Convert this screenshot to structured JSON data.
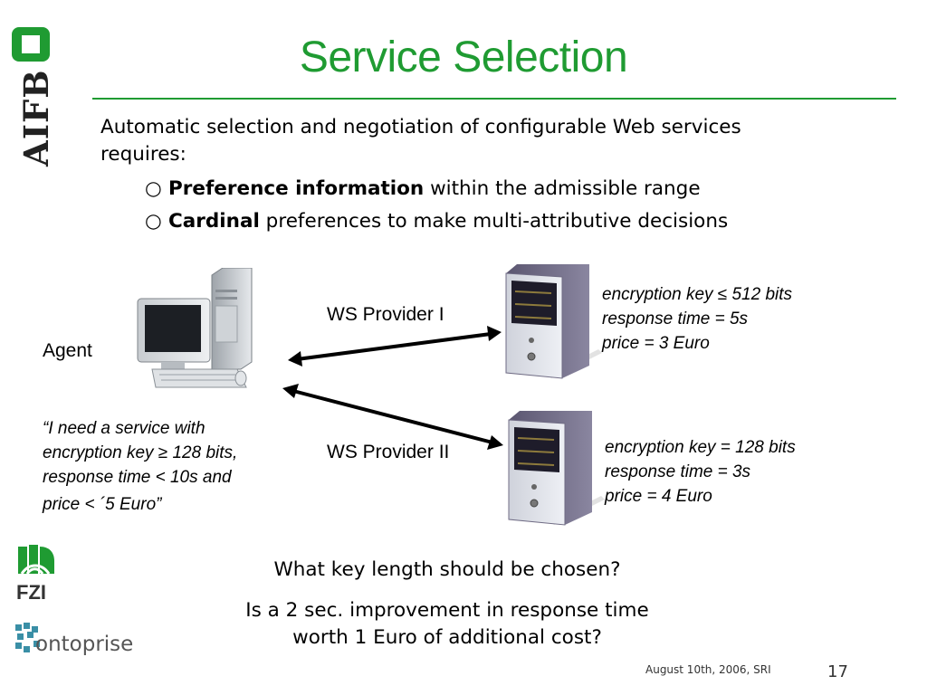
{
  "slide": {
    "title": "Service Selection",
    "logo_text": "AIFB",
    "intro": "Automatic selection and negotiation of configurable Web services requires:",
    "bullets": [
      {
        "mark": "○",
        "bold": "Preference information",
        "rest": " within the admissible range"
      },
      {
        "mark": "○",
        "bold": "Cardinal",
        "rest": " preferences to make multi-attributive decisions"
      }
    ]
  },
  "diagram": {
    "agent_label": "Agent",
    "quote_lines": [
      "“I need a service with",
      "encryption key ≥ 128 bits,",
      "response time < 10s and",
      "price < ´5 Euro”"
    ],
    "provider1": {
      "label": "WS Provider I",
      "spec_lines": [
        "encryption key ≤ 512 bits",
        "response time = 5s",
        "price = 3 Euro"
      ]
    },
    "provider2": {
      "label": "WS Provider II",
      "spec_lines": [
        "encryption key = 128 bits",
        "response time = 3s",
        "price = 4 Euro"
      ]
    }
  },
  "questions": {
    "q1": "What key length should be chosen?",
    "q2_line1": "Is a 2 sec. improvement in response time",
    "q2_line2": "worth 1 Euro of additional cost?"
  },
  "logos": {
    "fzi": "FZI",
    "ontoprise": "ontoprise"
  },
  "footer": {
    "date": "August 10th, 2006, SRI",
    "page": "17"
  },
  "colors": {
    "brand_green": "#1f9b32",
    "text": "#000000",
    "ontoprise_teal": "#3a8fa6"
  }
}
